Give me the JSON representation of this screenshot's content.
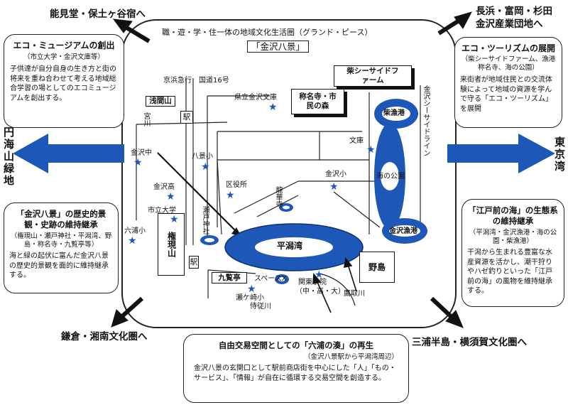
{
  "header": {
    "title": "職・遊・学・住一体の地域文化生活圏（グランド・ピース）",
    "subtitle": "「金沢八景」"
  },
  "directions": {
    "nw": "能見堂・保土ヶ谷宿へ",
    "ne_line1": "長浜・富岡・杉田",
    "ne_line2": "金沢産業団地へ",
    "west": "円海山緑地",
    "east": "東京湾",
    "sw": "鎌倉・湘南文化圏へ",
    "se": "三浦半島・横須賀文化圏へ"
  },
  "boxes": {
    "eco_museum": {
      "title": "エコ・ミュージアムの創出",
      "subtitle": "（市立大学・金沢文庫等）",
      "body": "子供達が自分自身の生き方と街の将来を重ね合わせて考える地域総合学習の場としてのエコミュージアムを創出する。"
    },
    "eco_tourism": {
      "title": "エコ・ツーリズムの展開",
      "subtitle": "（柴シーサイドファーム、漁港称名寺、海の公園）",
      "body": "来街者が地域住民との交流体験によって地域の資源を学んで守る「エコ・ツーリズム」を展開"
    },
    "history": {
      "title": "「金沢八景」の歴史的景観・史跡の維持継承",
      "subtitle": "（権現山・瀬戸神社・平潟湾、野島・称名寺・九覧亭等）",
      "body": "海と緑の起伏に富んだ金沢八景の歴史的景観を面的に維持継承する。"
    },
    "edomae": {
      "title": "「江戸前の海」の生態系の維持継承",
      "subtitle": "（平潟湾・金沢漁港・海の公園・柴漁港）",
      "body": "干潟から生まれる豊富な水産資源を活かし、潮干狩りやハゼ釣りといった「江戸前の海」の風物を維持継承する。"
    },
    "mutsuura": {
      "title": "自由交易空間としての「六浦の湊」の再生",
      "subtitle": "（金沢八景駅から平潟湾周辺）",
      "body": "金沢八景の玄関口として駅前商店街を中心にした「人」「もの・サービス」、「情報」が自在に循環する交易空間を創造する。"
    }
  },
  "map": {
    "line_label": "京浜急行　国道16号",
    "places": {
      "shiba_farm": "柴シーサイドファーム",
      "kanazawa_bunko": "県立金沢文庫",
      "shomyoji": "称名寺・市民の森",
      "shiba_port": "柴漁港",
      "seaside_line": "金沢シーサイドライン",
      "bunko_station": "文庫",
      "umi_no_koen": "海の公園",
      "kanazawa_elem": "金沢小",
      "kanazawa_port": "金沢漁港",
      "ward_office": "区役所",
      "ryugeji": "龍華寺",
      "hirakata_bay": "平潟湾",
      "nojima": "野島",
      "kanto_gakuin": "関東学院",
      "kanto_gakuin_sub": "（中・高・大）",
      "takatori_river": "鷹取川",
      "jijugawa": "侍従川",
      "space_x": "スペースX",
      "seto_park": "瀬ケ崎小",
      "kuranteis": "九覧亭",
      "gongenyama": "権現山",
      "city_univ": "市立大学",
      "mutsuura_elem": "六浦小",
      "kanazawa_high": "金沢高",
      "hakkei_elem": "八景小",
      "seto_shrine": "瀬戸神社",
      "kanazawa_middle": "金沢中",
      "miyagawa": "宮川",
      "sengenyama": "浅間山",
      "station1": "駅",
      "station2": "駅"
    }
  }
}
